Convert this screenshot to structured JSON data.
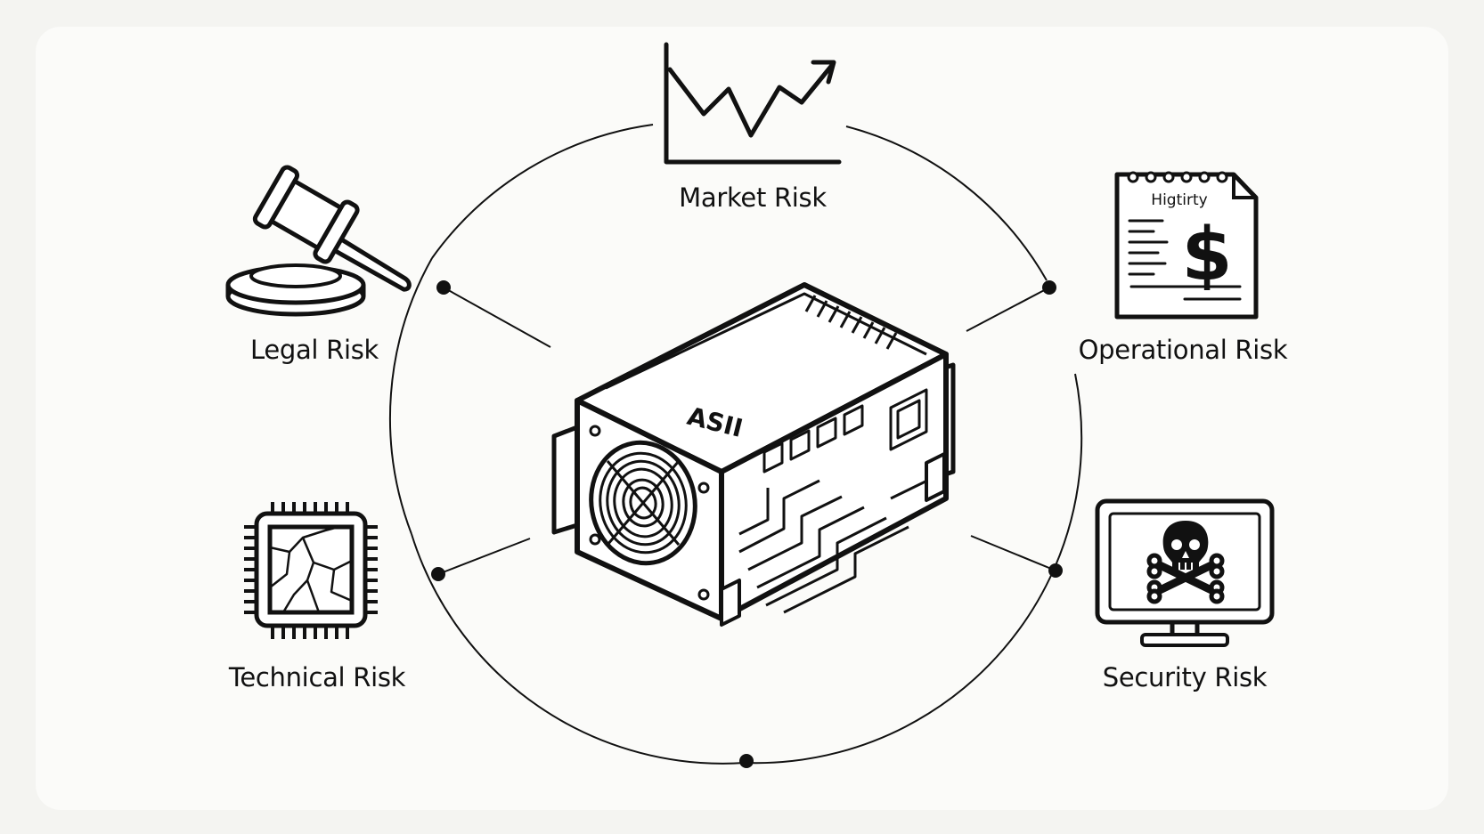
{
  "center": {
    "device_text": "ASII",
    "device_icon": "asic-miner-icon"
  },
  "risks": [
    {
      "id": "market",
      "label": "Market Risk",
      "icon": "trend-chart-icon"
    },
    {
      "id": "operational",
      "label": "Operational Risk",
      "icon": "invoice-dollar-icon",
      "document_text": "Higtirty"
    },
    {
      "id": "security",
      "label": "Security Risk",
      "icon": "monitor-skull-icon"
    },
    {
      "id": "technical",
      "label": "Technical Risk",
      "icon": "broken-chip-icon"
    },
    {
      "id": "legal",
      "label": "Legal Risk",
      "icon": "gavel-icon"
    }
  ],
  "colors": {
    "background": "#f4f4f1",
    "ink": "#111111",
    "panel": "#ffffff"
  }
}
